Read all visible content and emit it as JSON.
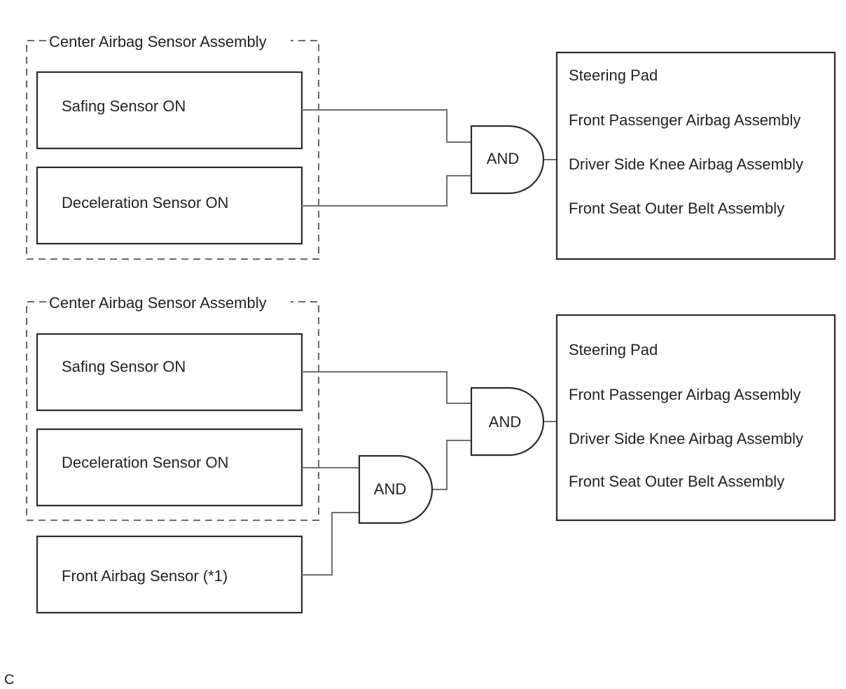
{
  "diagram": {
    "top": {
      "group_label": "Center Airbag Sensor Assembly",
      "safing_sensor": "Safing Sensor ON",
      "deceleration_sensor": "Deceleration Sensor ON",
      "gate_label": "AND",
      "outputs": [
        "Steering Pad",
        "Front Passenger Airbag Assembly",
        "Driver Side Knee Airbag Assembly",
        "Front Seat Outer Belt Assembly"
      ]
    },
    "bottom": {
      "group_label": "Center Airbag Sensor Assembly",
      "safing_sensor": "Safing Sensor ON",
      "deceleration_sensor": "Deceleration Sensor ON",
      "front_sensor": "Front Airbag Sensor (*1)",
      "inner_gate_label": "AND",
      "outer_gate_label": "AND",
      "outputs": [
        "Steering Pad",
        "Front Passenger Airbag Assembly",
        "Driver Side Knee Airbag Assembly",
        "Front Seat Outer Belt Assembly"
      ]
    },
    "corner_letter": "C"
  }
}
